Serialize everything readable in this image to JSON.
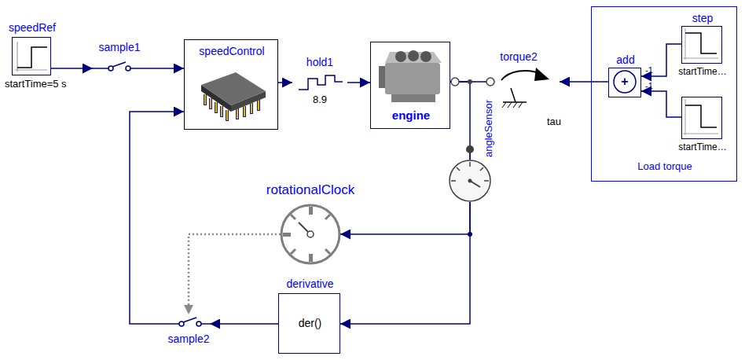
{
  "diagram": {
    "nodes": [
      {
        "text": [
          "speedRef",
          "startTime=5 s"
        ]
      },
      {
        "text": [
          "sample1"
        ]
      },
      {
        "text": [
          "speedControl"
        ]
      },
      {
        "text": [
          "hold1",
          "8.9"
        ]
      },
      {
        "text": [
          "engine"
        ]
      },
      {
        "text": [
          "torque2",
          "tau"
        ]
      },
      {
        "text": [
          "Load torque"
        ]
      },
      {
        "text": [
          "add",
          "+",
          "-1",
          "-1"
        ],
        "in": 6
      },
      {
        "text": [
          "step",
          "startTime…"
        ],
        "in": 6
      },
      {
        "text": [
          "startTime…"
        ],
        "in": 6
      },
      {
        "text": [
          "angleSensor"
        ]
      },
      {
        "text": [
          "rotationalClock"
        ]
      },
      {
        "text": [
          "derivative",
          "der()"
        ]
      },
      {
        "text": [
          "sample2"
        ]
      }
    ],
    "edges": [
      {
        "from": 0,
        "to": 1,
        "arrow": "to"
      },
      {
        "from": 1,
        "to": 2,
        "arrow": "to"
      },
      {
        "from": 2,
        "to": 3,
        "arrow": "to"
      },
      {
        "from": 3,
        "to": 4,
        "arrow": "to"
      },
      {
        "from": 4,
        "to": 5,
        "arrow": "none"
      },
      {
        "from": 4,
        "to": 10,
        "arrow": "none"
      },
      {
        "from": 7,
        "to": 5,
        "arrow": "to"
      },
      {
        "from": 8,
        "to": 7,
        "arrow": "to"
      },
      {
        "from": 9,
        "to": 7,
        "arrow": "to"
      },
      {
        "from": 10,
        "to": 11,
        "arrow": "to"
      },
      {
        "from": 10,
        "to": 12,
        "arrow": "to"
      },
      {
        "from": 12,
        "to": 13,
        "arrow": "to"
      },
      {
        "from": 13,
        "to": 2,
        "arrow": "to"
      },
      {
        "from": 11,
        "to": 13,
        "arrow": "to"
      }
    ]
  }
}
